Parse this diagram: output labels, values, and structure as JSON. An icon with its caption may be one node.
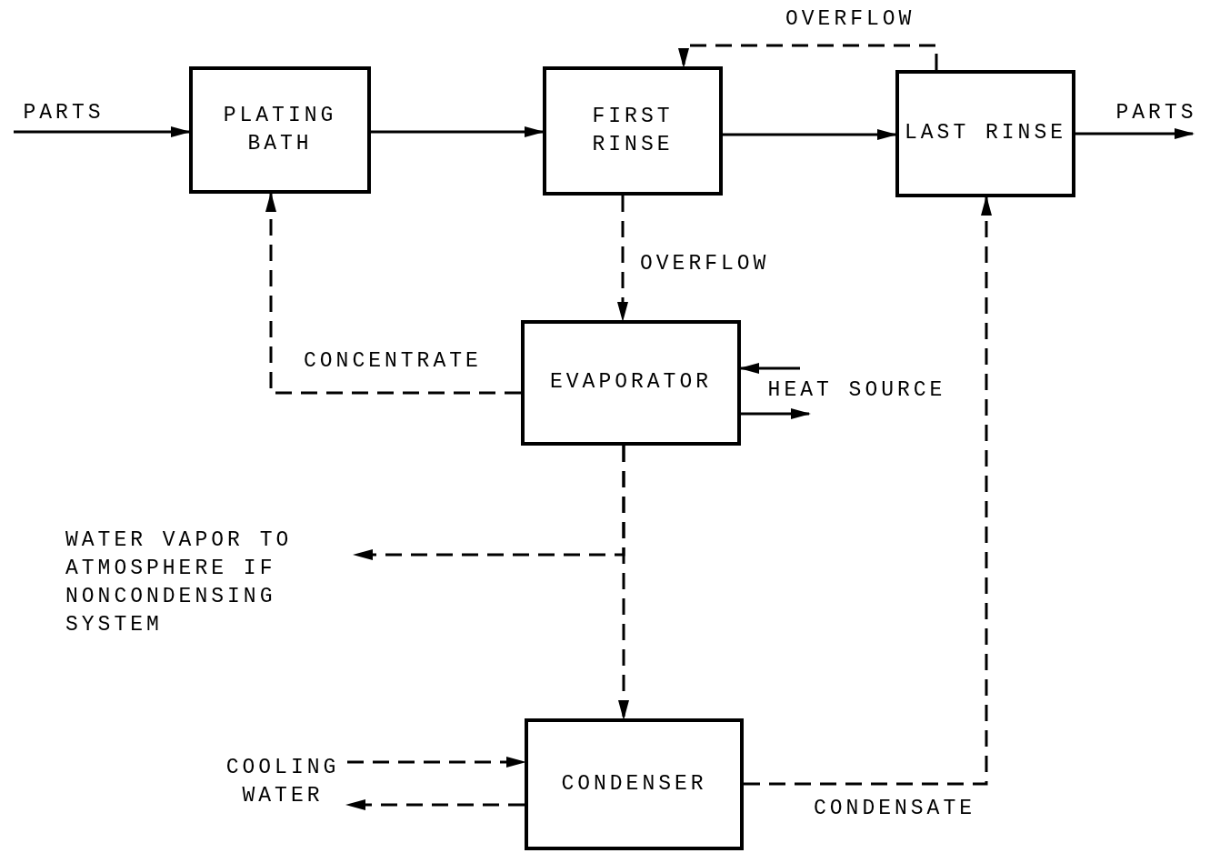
{
  "diagram": {
    "nodes": [
      {
        "text": [
          "PLATING BATH"
        ]
      },
      {
        "text": [
          "FIRST RINSE"
        ]
      },
      {
        "text": [
          "LAST RINSE"
        ]
      },
      {
        "text": [
          "EVAPORATOR"
        ]
      },
      {
        "text": [
          "CONDENSER"
        ]
      },
      {
        "text": [
          "PARTS"
        ]
      },
      {
        "text": [
          "PARTS"
        ]
      },
      {
        "text": [
          "HEAT SOURCE"
        ]
      },
      {
        "text": [
          "WATER VAPOR TO ATMOSPHERE IF NONCONDENSING SYSTEM"
        ]
      },
      {
        "text": [
          "COOLING WATER"
        ]
      }
    ],
    "edges": [
      {
        "from": 5,
        "to": 0,
        "arrow": "to"
      },
      {
        "from": 0,
        "to": 1,
        "arrow": "to"
      },
      {
        "from": 1,
        "to": 2,
        "arrow": "to"
      },
      {
        "from": 2,
        "to": 6,
        "arrow": "to"
      },
      {
        "from": 2,
        "to": 1,
        "arrow": "to",
        "style": "dashed",
        "label": "OVERFLOW"
      },
      {
        "from": 1,
        "to": 3,
        "arrow": "to",
        "style": "dashed",
        "label": "OVERFLOW"
      },
      {
        "from": 3,
        "to": 0,
        "arrow": "to",
        "style": "dashed",
        "label": "CONCENTRATE"
      },
      {
        "from": 7,
        "to": 3,
        "arrow": "to"
      },
      {
        "from": 3,
        "to": 7,
        "arrow": "to"
      },
      {
        "from": 3,
        "to": 8,
        "arrow": "to",
        "style": "dashed"
      },
      {
        "from": 3,
        "to": 4,
        "arrow": "to",
        "style": "dashed"
      },
      {
        "from": 9,
        "to": 4,
        "arrow": "to",
        "style": "dashed"
      },
      {
        "from": 4,
        "to": 9,
        "arrow": "to",
        "style": "dashed"
      },
      {
        "from": 4,
        "to": 2,
        "arrow": "to",
        "style": "dashed",
        "label": "CONDENSATE"
      }
    ]
  }
}
